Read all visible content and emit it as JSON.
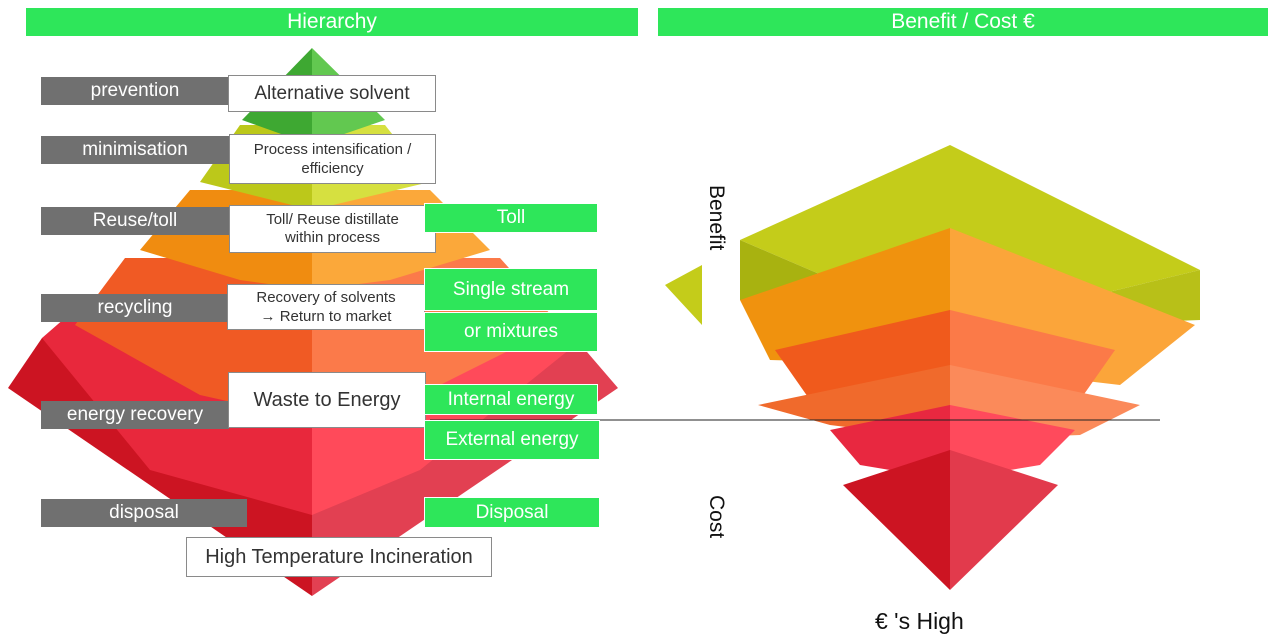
{
  "headers": {
    "left": "Hierarchy",
    "right": "Benefit / Cost €"
  },
  "levels": {
    "prevention": "prevention",
    "minimisation": "minimisation",
    "reuse": "Reuse/toll",
    "recycling": "recycling",
    "energy_recovery": "energy recovery",
    "disposal": "disposal"
  },
  "methods": {
    "alternative_solvent": "Alternative solvent",
    "process_line1": "Process intensification /",
    "process_line2": "efficiency",
    "toll_reuse_line1": "Toll/ Reuse distillate",
    "toll_reuse_line2": "within process",
    "recovery_line1": "Recovery of solvents",
    "recovery_line2": "→ Return to market",
    "waste_to_energy": "Waste to Energy",
    "incineration": "High Temperature Incineration"
  },
  "options": {
    "toll": "Toll",
    "single_stream": "Single stream",
    "mixtures": "or mixtures",
    "internal_energy": "Internal energy",
    "external_energy": "External energy",
    "disposal": "Disposal"
  },
  "axis": {
    "benefit": "Benefit",
    "cost": "Cost",
    "footer": "€ 's High"
  },
  "colors": {
    "header_green": "#2ee65a",
    "label_grey": "#707070",
    "tier_green": "#4cb33a",
    "tier_yellow": "#c8d21e",
    "tier_orange": "#f5921e",
    "tier_orange_red": "#f26a2c",
    "tier_red": "#e8283c",
    "tier_dark_red": "#cc1422"
  }
}
